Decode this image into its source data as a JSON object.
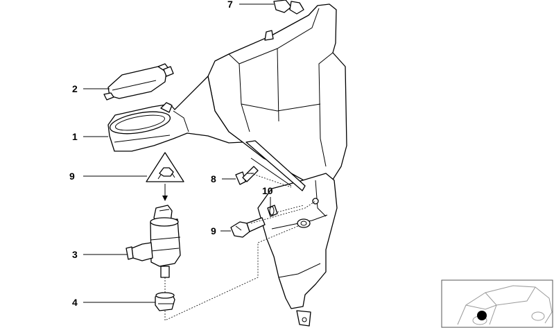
{
  "callouts": {
    "c1": "1",
    "c2": "2",
    "c3": "3",
    "c4": "4",
    "c7": "7",
    "c8": "8",
    "c9a": "9",
    "c9b": "9",
    "c10": "10"
  },
  "icons": {
    "warning": "warning-triangle-icon",
    "locator_dot": "locator-dot-icon"
  },
  "colors": {
    "line": "#000000",
    "background": "#ffffff",
    "inset_border": "#555555",
    "inset_car": "#9a9a9a"
  }
}
